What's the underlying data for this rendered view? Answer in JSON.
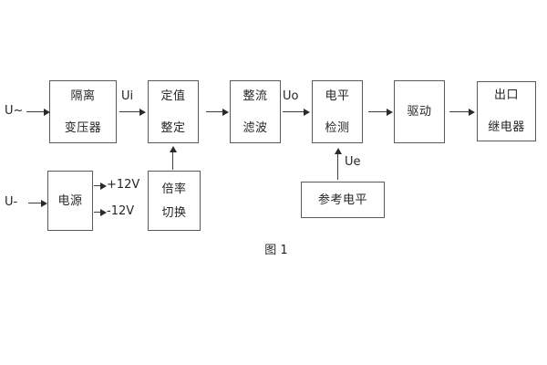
{
  "figure": {
    "caption": "图 1",
    "inputs": {
      "ac": "U~",
      "dc": "U-"
    },
    "signal_labels": {
      "ui": "Ui",
      "uo": "Uo",
      "ue": "Ue"
    },
    "power_rails": {
      "positive": "+12V",
      "negative": "-12V"
    },
    "blocks": {
      "isolation_transformer": {
        "line1": "隔离",
        "line2": "变压器"
      },
      "setting_adjust": {
        "line1": "定值",
        "line2": "整定"
      },
      "rectifier_filter": {
        "line1": "整流",
        "line2": "滤波"
      },
      "level_detect": {
        "line1": "电平",
        "line2": "检测"
      },
      "driver": {
        "label": "驱动"
      },
      "output_relay": {
        "line1": "出口",
        "line2": "继电器"
      },
      "power_supply": {
        "label": "电源"
      },
      "ratio_switch": {
        "line1": "倍率",
        "line2": "切换"
      },
      "reference_level": {
        "label": "参考电平"
      }
    },
    "colors": {
      "background": "#ffffff",
      "box_border": "#5a5a5a",
      "text": "#262626",
      "line": "#3d3d3d"
    }
  }
}
